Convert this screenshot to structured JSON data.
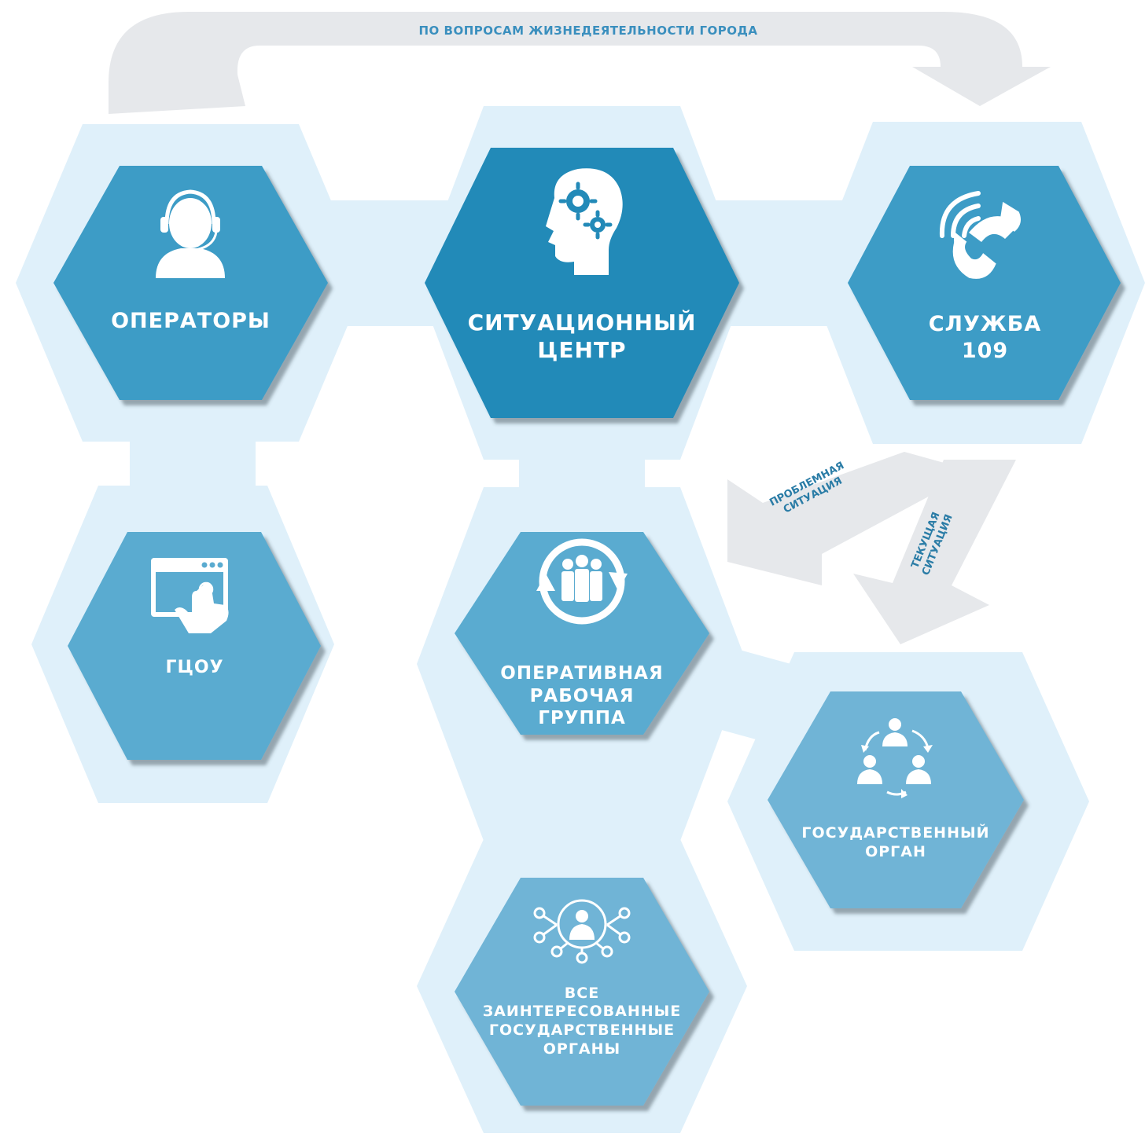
{
  "top_flow": {
    "label": "ПО ВОПРОСАМ ЖИЗНЕДЕЯТЕЛЬНОСТИ ГОРОДА"
  },
  "diagonal_flows": {
    "problem": {
      "line1": "ПРОБЛЕМНАЯ",
      "line2": "СИТУАЦИЯ"
    },
    "current": {
      "line1": "ТЕКУЩАЯ",
      "line2": "СИТУАЦИЯ"
    }
  },
  "nodes": {
    "operators": {
      "line1": "ОПЕРАТОРЫ",
      "icon": "operator-headset-icon"
    },
    "situation_center": {
      "line1": "СИТУАЦИОННЫЙ",
      "line2": "ЦЕНТР",
      "icon": "brain-gears-icon"
    },
    "service_109": {
      "line1": "СЛУЖБА",
      "line2": "109",
      "icon": "phone-signal-icon"
    },
    "gtsou": {
      "line1": "ГЦОУ",
      "icon": "touch-window-icon"
    },
    "working_group": {
      "line1": "ОПЕРАТИВНАЯ",
      "line2": "РАБОЧАЯ",
      "line3": "ГРУППА",
      "icon": "team-cycle-icon"
    },
    "gov_body": {
      "line1": "ГОСУДАРСТВЕННЫЙ",
      "line2": "ОРГАН",
      "icon": "people-exchange-icon"
    },
    "all_gov_bodies": {
      "line1": "ВСЕ",
      "line2": "ЗАИНТЕРЕСОВАННЫЕ",
      "line3": "ГОСУДАРСТВЕННЫЕ",
      "line4": "ОРГАНЫ",
      "icon": "network-person-icon"
    }
  },
  "colors": {
    "halo": "#dff0fa",
    "hex_dark": "#238ab8",
    "hex_mid": "#3d9cc6",
    "hex_light": "#5aabd0",
    "hex_lighter": "#70b4d6",
    "arrow_grey": "#e6e8eb",
    "accent_text": "#3a8fbe"
  }
}
